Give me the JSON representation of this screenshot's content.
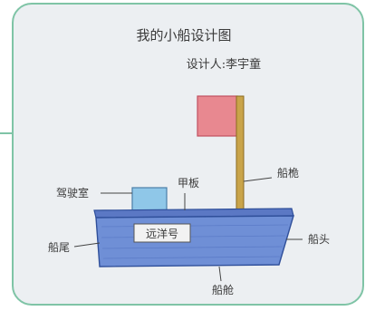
{
  "title": "我的小船设计图",
  "designer": "设计人:李宇童",
  "labels": {
    "cabin": "驾驶室",
    "deck": "甲板",
    "mast": "船桅",
    "stern": "船尾",
    "bow": "船头",
    "hull": "船舱",
    "ship_name": "远洋号"
  },
  "colors": {
    "border": "#7fc4a6",
    "flag": "#e88890",
    "hull": "#6f8fd6",
    "mast": "#c9a44a"
  }
}
